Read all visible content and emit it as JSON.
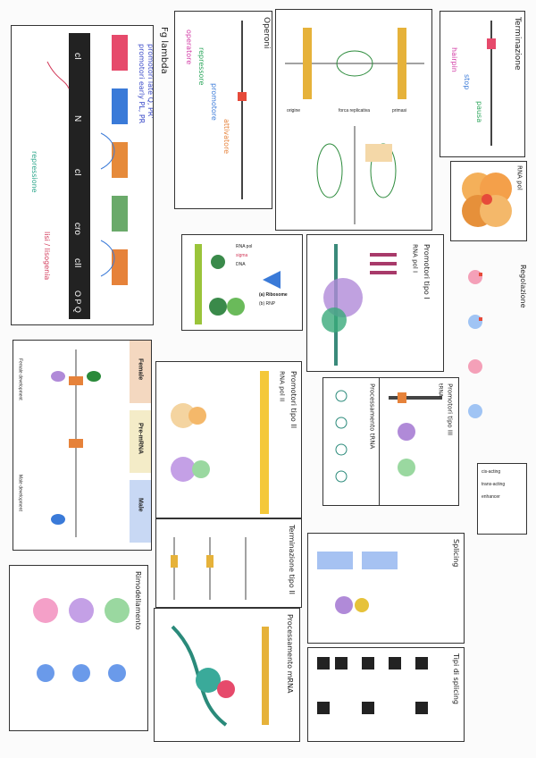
{
  "page": {
    "title": "Fg lambda"
  },
  "lambda_panel": {
    "title": "Fg lambda",
    "genes": [
      "cI",
      "N",
      "cI",
      "cro",
      "cII",
      "O P Q"
    ],
    "notes": [
      "promotori early PL, PR",
      "promotori late Q, PR'",
      "repressione",
      "lisi / lisogenia"
    ]
  },
  "op_panel": {
    "title": "Operoni",
    "labels": [
      "operatore",
      "repressore",
      "promotore",
      "attivatore"
    ]
  },
  "replication_panel": {
    "labels": [
      "origine",
      "forca replicativa",
      "primasi"
    ]
  },
  "termination_panel": {
    "title": "Terminazione",
    "labels": [
      "hairpin",
      "stop",
      "pausa"
    ]
  },
  "rnap_panel": {
    "title": "RNA pol"
  },
  "small_panel": {
    "labels": [
      "RNA pol",
      "sigma",
      "DNA"
    ]
  },
  "tbp_panel": {
    "title": "(a) Ribosome",
    "subtitle": "(b) RNP"
  },
  "pol1_panel": {
    "title": "Promotori tipo I",
    "subtitle": "RNA pol I"
  },
  "regulation_panel": {
    "title": "Regolazione"
  },
  "sex_panel": {
    "labels": [
      "Female",
      "Pre-mRNA",
      "Male"
    ],
    "footer": [
      "Female development",
      "Male development"
    ]
  },
  "pol2_panel": {
    "title": "Promotori tipo II",
    "subtitle": "RNA pol II"
  },
  "pol3_panel": {
    "title": "Promotori tipo III",
    "subtitle": "tRNA"
  },
  "trna_panel": {
    "title": "Processamento tRNA"
  },
  "tf_panel": {
    "title": "Fattori di trascrizione"
  },
  "cascade_panel": {
    "labels": [
      "cis-acting",
      "trans-acting",
      "enhancer"
    ]
  },
  "term2_panel": {
    "title": "Terminazione tipo II"
  },
  "splicing_panel": {
    "title": "Splicing"
  },
  "splicing_types_panel": {
    "title": "Tipi di splicing"
  },
  "histone_panel": {
    "title": "Rimodellamento"
  },
  "poly_panel": {
    "title": "Processamento mRNA"
  }
}
